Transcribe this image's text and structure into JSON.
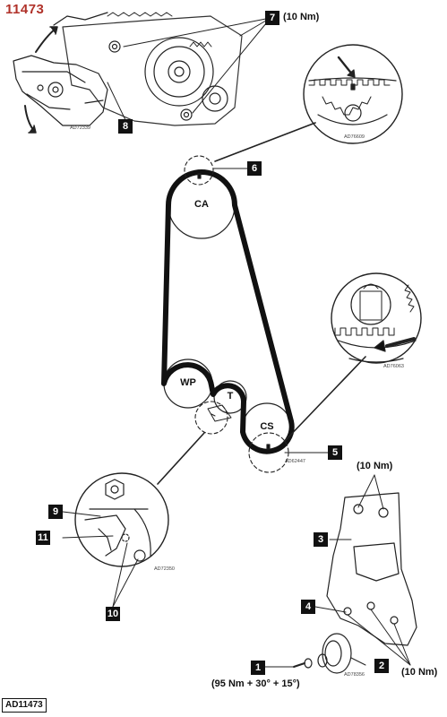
{
  "document_id": "11473",
  "footer_id": "AD11473",
  "pulleys": {
    "camshaft": "CA",
    "water_pump": "WP",
    "tensioner": "T",
    "crankshaft": "CS"
  },
  "callouts": [
    "1",
    "2",
    "3",
    "4",
    "5",
    "6",
    "7",
    "8",
    "9",
    "10",
    "11"
  ],
  "torque_callout_7": "(10 Nm)",
  "torque_callout_3": "(10 Nm)",
  "torque_callout_2": "(10 Nm)",
  "torque_callout_1": "(95 Nm + 30° + 15°)",
  "detail_refs": {
    "top_left": "AD72339",
    "camshaft_mark": "AD76609",
    "crank_mark": "AD76063",
    "crank_dashed": "AD62447",
    "tensioner_detail": "AD72350",
    "pulley_bolt": "AD78356"
  }
}
